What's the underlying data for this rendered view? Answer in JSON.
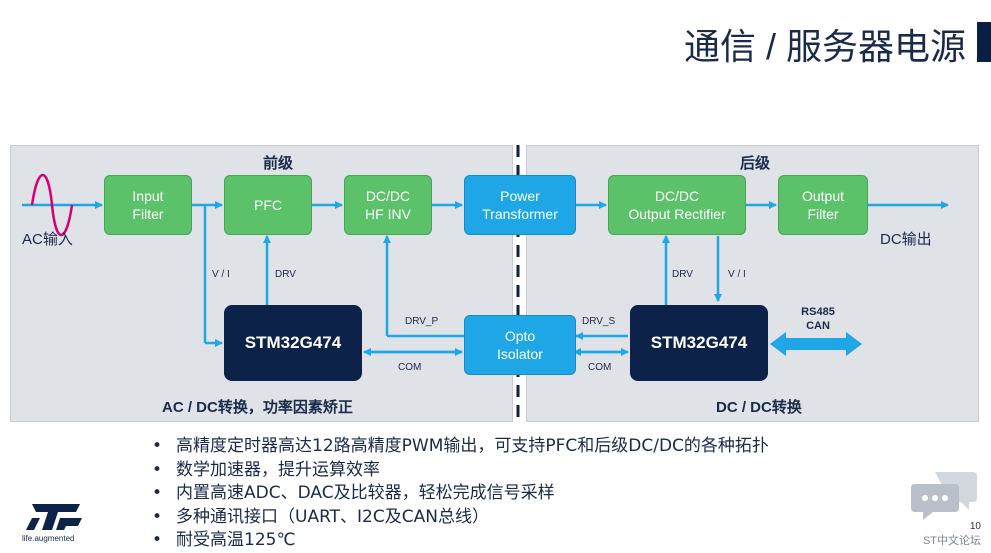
{
  "title": "通信 / 服务器电源",
  "diagram": {
    "front_stage": {
      "title": "前级",
      "caption": "AC / DC转换，功率因素矫正",
      "input_label": "AC输入",
      "blocks": {
        "input_filter": "Input\nFilter",
        "pfc": "PFC",
        "dcdc_hf_inv": "DC/DC\nHF INV"
      },
      "mcu": "STM32G474",
      "signals": {
        "vi": "V / I",
        "drv": "DRV",
        "drv_p": "DRV_P",
        "com": "COM"
      }
    },
    "shared": {
      "power_transformer": "Power\nTransformer",
      "opto_isolator": "Opto\nIsolator"
    },
    "rear_stage": {
      "title": "后级",
      "caption": "DC / DC转换",
      "output_label": "DC输出",
      "blocks": {
        "output_rectifier": "DC/DC\nOutput Rectifier",
        "output_filter": "Output\nFilter"
      },
      "mcu": "STM32G474",
      "signals": {
        "drv": "DRV",
        "vi": "V / I",
        "drv_s": "DRV_S",
        "com": "COM"
      },
      "bus": "RS485\nCAN"
    },
    "colors": {
      "panel": "#dfe3e8",
      "green": "#5cc26a",
      "blue": "#1fa6e6",
      "mcu": "#0d2248",
      "wire": "#1fa6e6",
      "sine": "#d6006e"
    }
  },
  "bullets": [
    "高精度定时器高达12路高精度PWM输出，可支持PFC和后级DC/DC的各种拓扑",
    "数学加速器，提升运算效率",
    "内置高速ADC、DAC及比较器，轻松完成信号采样",
    "多种通讯接口（UART、I2C及CAN总线）",
    "耐受高温125℃"
  ],
  "bullet_marker": "•",
  "footer": {
    "logo_tagline": "life.augmented",
    "page_number": "10",
    "forum": "ST中文论坛"
  }
}
